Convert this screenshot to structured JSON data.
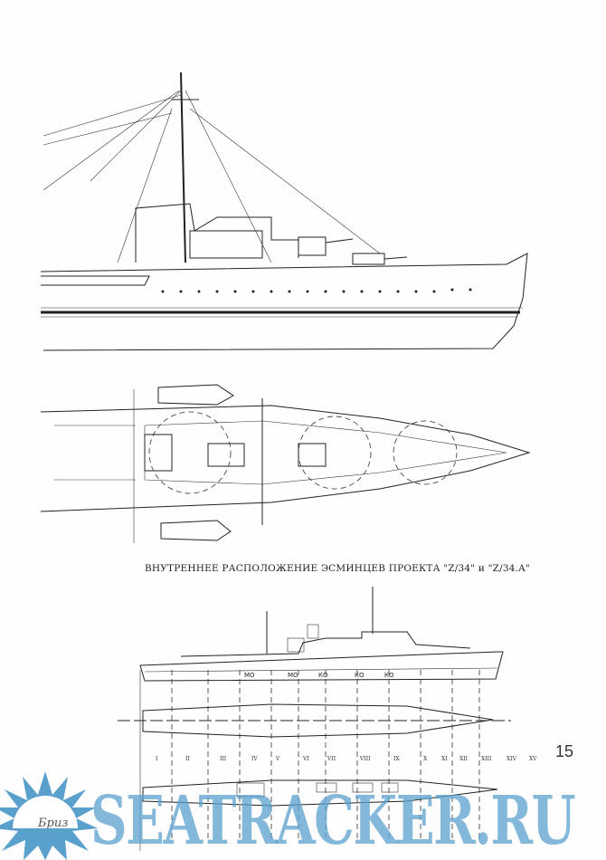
{
  "caption": "ВНУТРЕННЕЕ РАСПОЛОЖЕНИЕ ЭСМИНЦЕВ ПРОЕКТА \"Z/34\" и \"Z/34.A\"",
  "compartment_labels": [
    "МО",
    "МО",
    "КО",
    "КО",
    "КО"
  ],
  "section_numerals": [
    "I",
    "II",
    "III",
    "IV",
    "V",
    "VI",
    "VII",
    "VIII",
    "IX",
    "X",
    "XI",
    "XII",
    "XIII",
    "XIV",
    "XV"
  ],
  "watermark": "SEATRACKER.RU",
  "logo_text": "Бриз",
  "page_number": "15",
  "colors": {
    "watermark": "#5aa0cd",
    "ink": "#222222"
  }
}
